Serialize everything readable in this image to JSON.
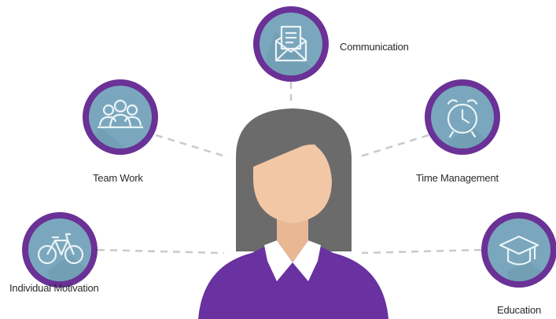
{
  "skills": {
    "communication": {
      "label": "Communication",
      "icon": "envelope-letter-icon"
    },
    "team_work": {
      "label": "Team Work",
      "icon": "team-people-icon"
    },
    "time_management": {
      "label": "Time Management",
      "icon": "alarm-clock-icon"
    },
    "individual_motivation": {
      "label": "Individual Motivation",
      "icon": "bicycle-icon"
    },
    "education": {
      "label": "Education",
      "icon": "graduation-cap-icon"
    }
  },
  "colors": {
    "ring": "#6a3196",
    "ring_dark": "#5a2483",
    "circle_fill": "#7aa7bd",
    "icon_stroke": "#eaf3f7",
    "hair": "#6b6b6b",
    "skin": "#f2c7a6",
    "jacket": "#6a31a0",
    "collar": "#ffffff",
    "connector": "#c9c9c9",
    "label_text": "#2b2b2b"
  }
}
